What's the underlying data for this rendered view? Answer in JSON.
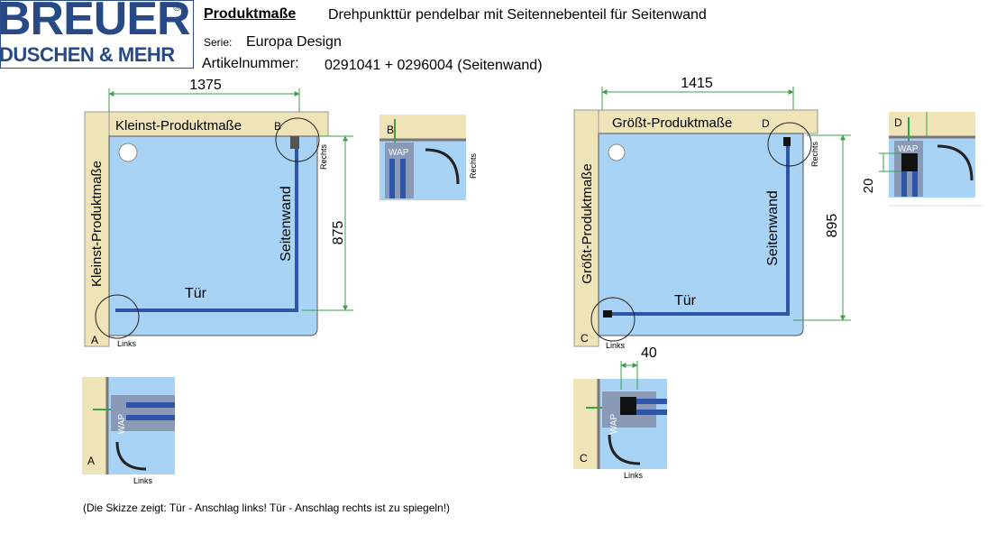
{
  "header": {
    "brand_line1": "BREUER",
    "brand_reg": "®",
    "brand_line2": "DUSCHEN & MEHR",
    "section_title": "Produktmaße",
    "product_desc": "Drehpunkttür pendelbar mit Seitennebenteil für Seitenwand",
    "serie_label": "Serie:",
    "serie_value": "Europa Design",
    "article_label": "Artikelnummer:",
    "article_value": "0291041 + 0296004 (Seitenwand)"
  },
  "left_plan": {
    "top_label": "Kleinst-Produktmaße",
    "side_label": "Kleinst-Produktmaße",
    "width_dim": "1375",
    "depth_dim": "875",
    "door_label": "Tür",
    "wall_label": "Seitenwand",
    "corner_a": "A",
    "corner_b": "B",
    "rechts": "Rechts",
    "links": "Links"
  },
  "right_plan": {
    "top_label": "Größt-Produktmaße",
    "side_label": "Größt-Produktmaße",
    "width_dim": "1415",
    "depth_dim": "895",
    "door_label": "Tür",
    "wall_label": "Seitenwand",
    "corner_c": "C",
    "corner_d": "D",
    "rechts": "Rechts",
    "links": "Links"
  },
  "details": {
    "wap": "WAP",
    "detail_b": "B",
    "detail_a": "A",
    "detail_d": "D",
    "detail_c": "C",
    "rechts": "Rechts",
    "links": "Links",
    "dim_20": "20",
    "dim_40": "40"
  },
  "footer": {
    "note": "(Die Skizze zeigt: Tür - Anschlag links! Tür - Anschlag rechts ist zu spiegeln!)"
  },
  "colors": {
    "wall": "#efe3b8",
    "tray": "#a9d3f4",
    "profile": "#2d56a8",
    "dim": "#3aa04a",
    "brand": "#274a86"
  }
}
